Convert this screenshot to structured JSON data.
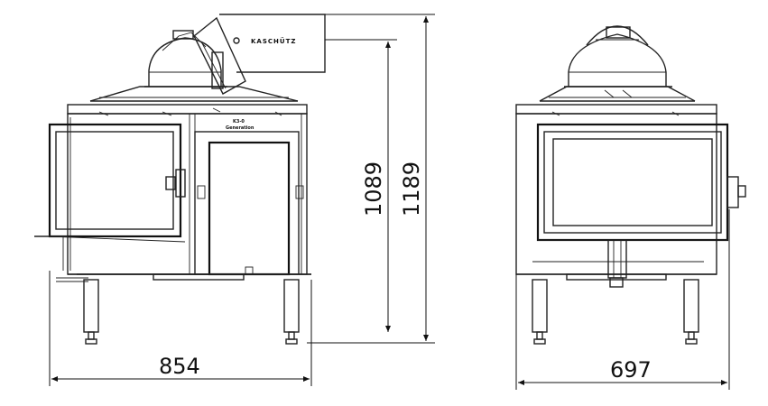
{
  "dimensions": {
    "width_front": "854",
    "width_side": "697",
    "height_total": "1189",
    "height_body": "1089"
  },
  "labels": {
    "brand": "KASCHÜTZ",
    "plate_line1": "K3-0",
    "plate_line2": "Generation"
  }
}
